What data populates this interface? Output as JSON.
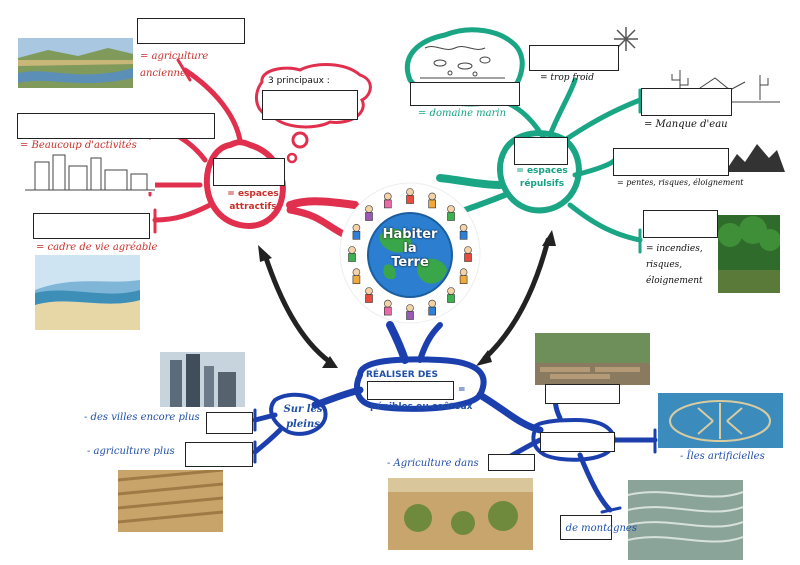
{
  "center": {
    "line1": "Habiter",
    "line2": "la",
    "line3": "Terre"
  },
  "red": {
    "center_label": "= espaces attractifs",
    "bubble_label": "3 principaux :",
    "items": [
      "= agriculture ancienne",
      "= Beaucoup d'activités",
      "= cadre de vie agréable"
    ]
  },
  "green": {
    "center_label": "= espaces répulsifs",
    "items": [
      "= trop froid",
      "= domaine marin",
      "= Manque d'eau",
      "= pentes, risques, éloignement",
      "= incendies, risques, éloignement"
    ]
  },
  "blue": {
    "center_label_top": "RÉALISER DES",
    "center_label_bottom": "pénibles ou coûteux",
    "equals": "=",
    "sur_les_pleins": "Sur les pleins",
    "items": [
      "- des villes encore plus",
      "- agriculture plus",
      "- Agriculture dans",
      "- Îles artificielles",
      "de montagnes"
    ]
  },
  "colors": {
    "red": "#e0304e",
    "green": "#1aa585",
    "blue": "#1c3fae",
    "arrow": "#222222"
  }
}
